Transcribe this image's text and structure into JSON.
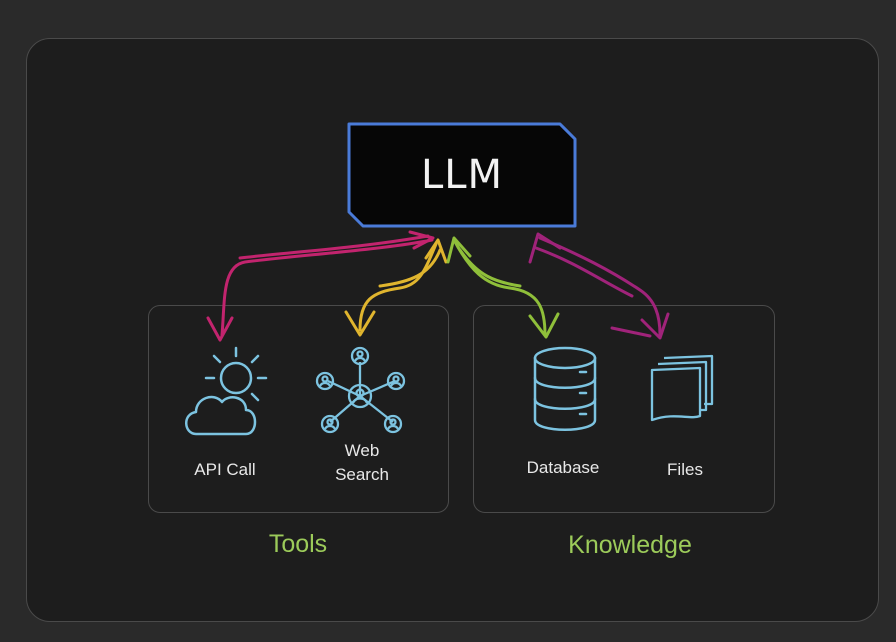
{
  "llm": {
    "label": "LLM"
  },
  "groups": {
    "tools": {
      "label": "Tools",
      "items": [
        {
          "label": "API Call",
          "icon": "weather-cloud-sun-icon"
        },
        {
          "label": "Web\nSearch",
          "icon": "network-people-icon"
        }
      ]
    },
    "knowledge": {
      "label": "Knowledge",
      "items": [
        {
          "label": "Database",
          "icon": "database-icon"
        },
        {
          "label": "Files",
          "icon": "files-stack-icon"
        }
      ]
    }
  },
  "colors": {
    "background": "#2a2a2a",
    "panel": "#1d1d1d",
    "llm_border": "#4a7bd8",
    "icon_stroke": "#7cc3e0",
    "group_label": "#9ccb5a",
    "arrow_api": "#c2246e",
    "arrow_web": "#e0b52e",
    "arrow_db": "#8fbf3a",
    "arrow_files": "#a0237a"
  }
}
